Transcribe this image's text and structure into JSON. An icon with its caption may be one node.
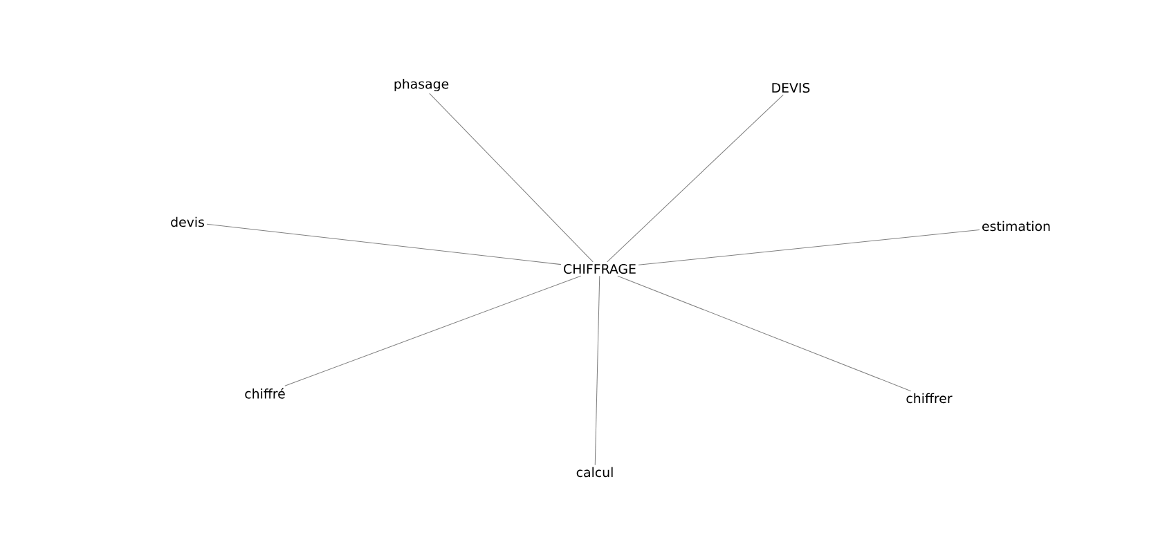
{
  "diagram": {
    "nodes": [
      {
        "text": [
          "phasage"
        ]
      },
      {
        "text": [
          "DEVIS"
        ]
      },
      {
        "text": [
          "devis"
        ]
      },
      {
        "text": [
          "estimation"
        ]
      },
      {
        "text": [
          "CHIFFRAGE"
        ]
      },
      {
        "text": [
          "chiffré"
        ]
      },
      {
        "text": [
          "chiffrer"
        ]
      },
      {
        "text": [
          "calcul"
        ]
      }
    ],
    "edges": [
      {
        "from": 4,
        "to": 0,
        "arrow": "none"
      },
      {
        "from": 4,
        "to": 1,
        "arrow": "none"
      },
      {
        "from": 4,
        "to": 2,
        "arrow": "none"
      },
      {
        "from": 4,
        "to": 3,
        "arrow": "none"
      },
      {
        "from": 4,
        "to": 5,
        "arrow": "none"
      },
      {
        "from": 4,
        "to": 6,
        "arrow": "none"
      },
      {
        "from": 4,
        "to": 7,
        "arrow": "none"
      }
    ]
  }
}
